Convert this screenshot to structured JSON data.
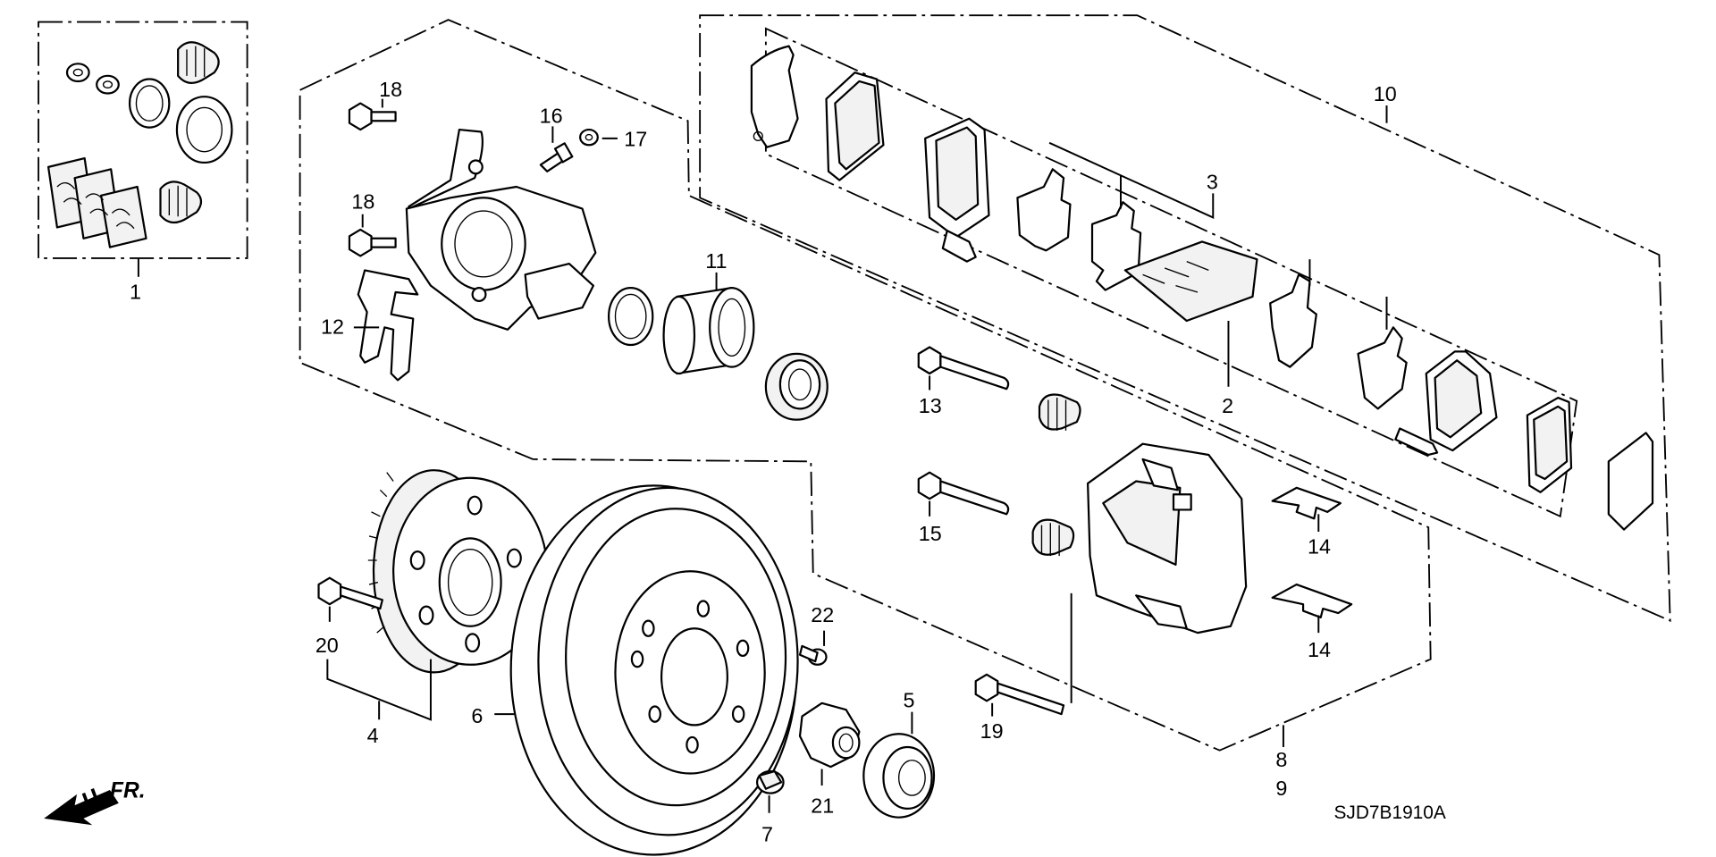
{
  "diagram": {
    "callouts": {
      "c1": "1",
      "c2": "2",
      "c3": "3",
      "c4": "4",
      "c5": "5",
      "c6": "6",
      "c7": "7",
      "c8": "8",
      "c9": "9",
      "c10": "10",
      "c11": "11",
      "c12": "12",
      "c13": "13",
      "c14a": "14",
      "c14b": "14",
      "c15": "15",
      "c16": "16",
      "c17": "17",
      "c18a": "18",
      "c18b": "18",
      "c19": "19",
      "c20": "20",
      "c21": "21",
      "c22": "22"
    },
    "direction_label": "FR.",
    "drawing_code": "SJD7B1910A"
  }
}
